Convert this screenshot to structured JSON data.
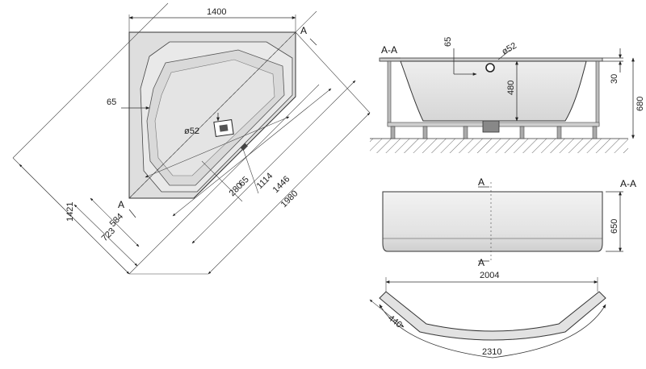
{
  "plan": {
    "width": "1400",
    "length": "1421",
    "offset_a": "723",
    "offset_b": "584",
    "inner_width": "1114",
    "inner_length": "1446",
    "overall_diagonal": "1980",
    "drain_offset": "280",
    "wall_b": "65",
    "wall_a": "65",
    "drain_diameter": "ø52",
    "section_marker_top": "A",
    "section_marker_bottom": "A"
  },
  "section": {
    "label": "A-A",
    "wall": "65",
    "drain": "ø52",
    "depth": "480",
    "rim": "30",
    "height": "680"
  },
  "panel": {
    "marker_top": "A",
    "marker_bottom": "A",
    "side_label": "A-A",
    "height": "650",
    "width": "2004"
  },
  "panel_plan": {
    "side": "440",
    "arc": "2310"
  },
  "colors": {
    "line": "#333333",
    "fill_light": "#e6e6e6",
    "fill_mid": "#d2d2d2",
    "fill_dark": "#a8a8a8"
  }
}
